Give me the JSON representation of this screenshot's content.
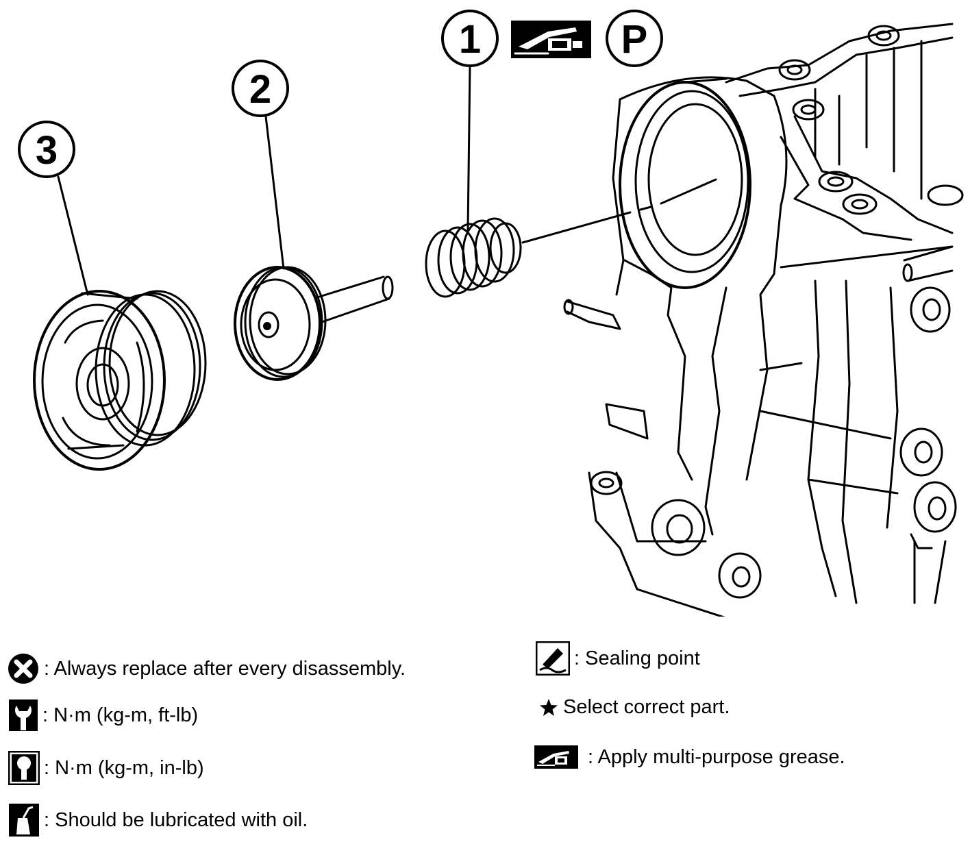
{
  "callouts": {
    "part_1": "1",
    "part_2": "2",
    "part_3": "3",
    "p_symbol": "P"
  },
  "legend": {
    "replace": ": Always replace after every disassembly.",
    "torque_ft": ": N·m (kg-m, ft-lb)",
    "torque_in": ": N·m (kg-m, in-lb)",
    "lubricate": ": Should be lubricated with oil.",
    "sealing": ": Sealing point",
    "select": "Select correct part.",
    "grease": ": Apply multi-purpose grease."
  },
  "icons": {
    "replace": "x-circle-icon",
    "torque_ft": "wrench-icon",
    "torque_in": "wrench-in-icon",
    "lubricate": "oil-can-icon",
    "sealing": "sealant-tube-icon",
    "select": "star-icon",
    "grease": "grease-gun-icon"
  },
  "colors": {
    "ink": "#000000",
    "paper": "#ffffff"
  }
}
